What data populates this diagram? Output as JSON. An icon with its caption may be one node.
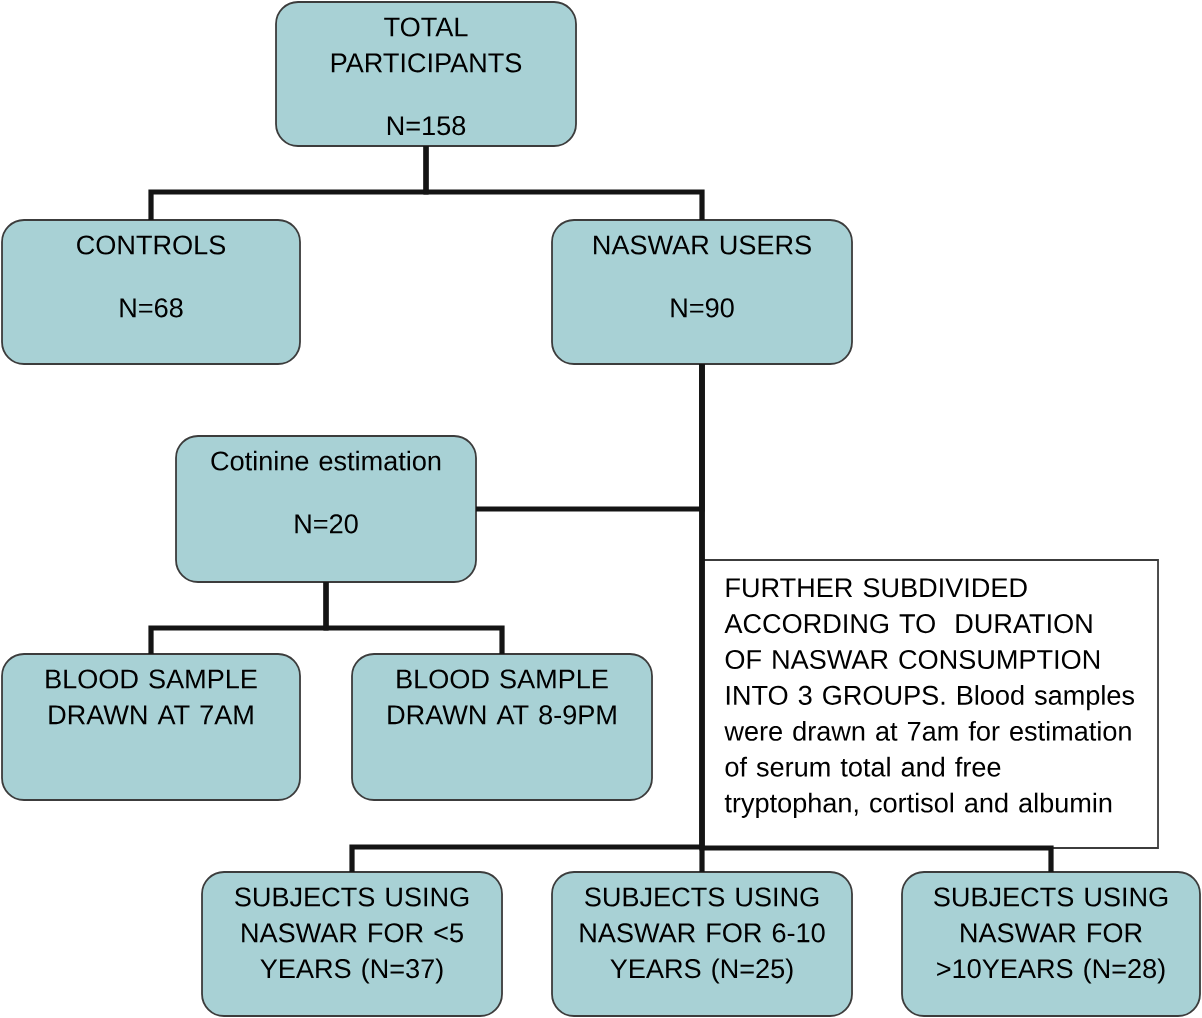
{
  "diagram": {
    "nodes": [
      {
        "text": [
          "TOTAL PARTICIPANTS",
          "N=158"
        ]
      },
      {
        "text": [
          "CONTROLS",
          "N=68"
        ]
      },
      {
        "text": [
          "NASWAR USERS",
          "N=90"
        ]
      },
      {
        "text": [
          "Cotinine estimation",
          "N=20"
        ]
      },
      {
        "text": [
          "BLOOD SAMPLE DRAWN AT 7AM"
        ]
      },
      {
        "text": [
          "BLOOD SAMPLE DRAWN AT 8-9PM"
        ]
      },
      {
        "text": [
          "FURTHER SUBDIVIDED ACCORDING TO  DURATION OF NASWAR CONSUMPTION INTO 3 GROUPS. Blood samples were drawn at 7am for estimation of serum total and free tryptophan, cortisol and albumin"
        ]
      },
      {
        "text": [
          "SUBJECTS USING NASWAR FOR <5 YEARS (N=37)"
        ]
      },
      {
        "text": [
          "SUBJECTS USING NASWAR FOR 6-10 YEARS (N=25)"
        ]
      },
      {
        "text": [
          "SUBJECTS USING NASWAR FOR >10YEARS (N=28)"
        ]
      }
    ],
    "edges": [
      {
        "from": 0,
        "to": 1,
        "arrow": "none"
      },
      {
        "from": 0,
        "to": 2,
        "arrow": "none"
      },
      {
        "from": 2,
        "to": 3,
        "arrow": "none"
      },
      {
        "from": 3,
        "to": 4,
        "arrow": "none"
      },
      {
        "from": 3,
        "to": 5,
        "arrow": "none"
      },
      {
        "from": 2,
        "to": 7,
        "arrow": "none"
      },
      {
        "from": 2,
        "to": 8,
        "arrow": "none"
      },
      {
        "from": 2,
        "to": 9,
        "arrow": "none"
      }
    ]
  }
}
